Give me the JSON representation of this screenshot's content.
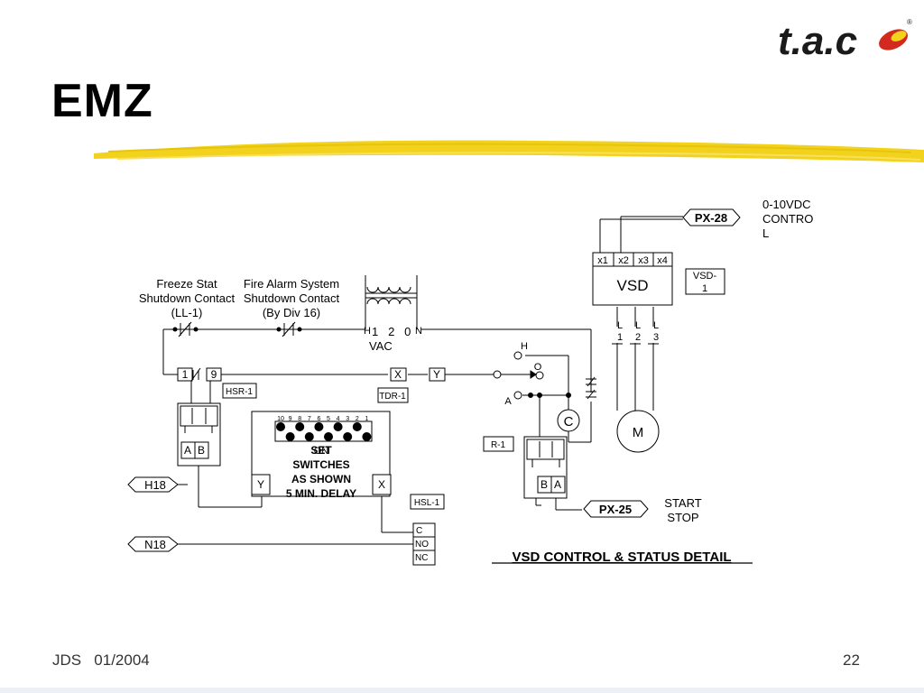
{
  "title": "EMZ",
  "logo": {
    "text": "t.a.c",
    "registered": "®",
    "icon": "tac-leaf-logo"
  },
  "footer": {
    "left": "JDS   01/2004",
    "page": "22"
  },
  "colors": {
    "brush": "#f2d21c",
    "ink": "#000000",
    "logo_red": "#d22a1e"
  },
  "diagram": {
    "caption": "VSD CONTROL & STATUS DETAIL",
    "freeze_stat": [
      "Freeze Stat",
      "Shutdown Contact",
      "(LL-1)"
    ],
    "fire_alarm": [
      "Fire Alarm System",
      "Shutdown Contact",
      "(By Div 16)"
    ],
    "transformer": {
      "h": "H",
      "n": "N",
      "voltage": "1   2   0",
      "unit": "VAC"
    },
    "vsd": {
      "label": "VSD",
      "terminals": [
        "x1",
        "x2",
        "x3",
        "x4"
      ],
      "tag": [
        "VSD-",
        "1"
      ],
      "lines": [
        "L",
        "L",
        "L"
      ],
      "line_nums": [
        "1",
        "2",
        "3"
      ]
    },
    "px28": {
      "label": "PX-28",
      "note": [
        "0-10VDC",
        "CONTRO",
        "L"
      ]
    },
    "px25": {
      "label": "PX-25",
      "note": [
        "START",
        "STOP"
      ]
    },
    "motor": "M",
    "contactor": "C",
    "hoa": {
      "h": "H",
      "o": "O",
      "a": "A"
    },
    "terminals": {
      "t1": "1",
      "t9": "9",
      "x": "X",
      "y": "Y"
    },
    "tags": {
      "hsr1": "HSR-1",
      "tdr1": "TDR-1",
      "r1": "R-1",
      "hsl1": "HSL-1"
    },
    "timer": {
      "dip_numbers": [
        "10",
        "9",
        "8",
        "7",
        "6",
        "5",
        "4",
        "3",
        "2",
        "1"
      ],
      "on_label": "ON",
      "text": [
        "SET",
        "SWITCHES",
        "AS SHOWN",
        "5 MIN. DELAY"
      ],
      "y": "Y",
      "x": "X"
    },
    "relay_ab": [
      "A",
      "B"
    ],
    "relay_ba": [
      "B",
      "A"
    ],
    "h18": "H18",
    "n18": "N18",
    "hsl_contacts": [
      "C",
      "NO",
      "NC"
    ]
  }
}
